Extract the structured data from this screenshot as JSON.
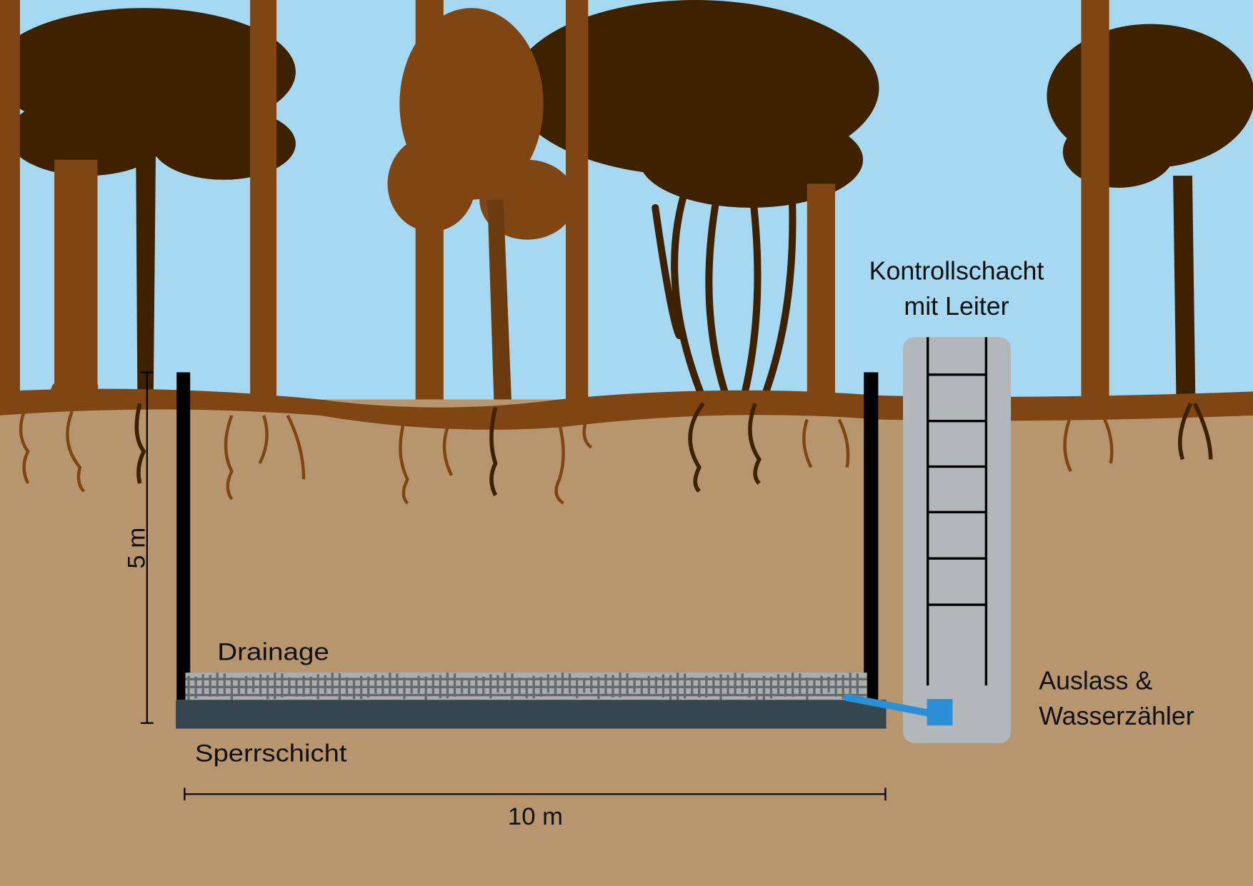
{
  "labels": {
    "shaft_line1": "Kontrollschacht",
    "shaft_line2": "mit Leiter",
    "outlet_line1": "Auslass &",
    "outlet_line2": "Wasserzähler",
    "drainage": "Drainage",
    "barrier": "Sperrschicht",
    "width": "10 m",
    "depth": "5 m"
  },
  "colors": {
    "sky": "#a6d9f1",
    "soil": "#b7966f",
    "topsoil": "#7f4613",
    "trunk_light": "#7f4613",
    "tree_dark": "#3e2200",
    "tree_mid": "#6b3a0e",
    "wall": "#000000",
    "barrier": "#37474f",
    "drainage": "#a9aeb1",
    "drainage_mesh": "#666a6d",
    "shaft": "#b2b7b9",
    "pipe": "#2b8fd6"
  }
}
